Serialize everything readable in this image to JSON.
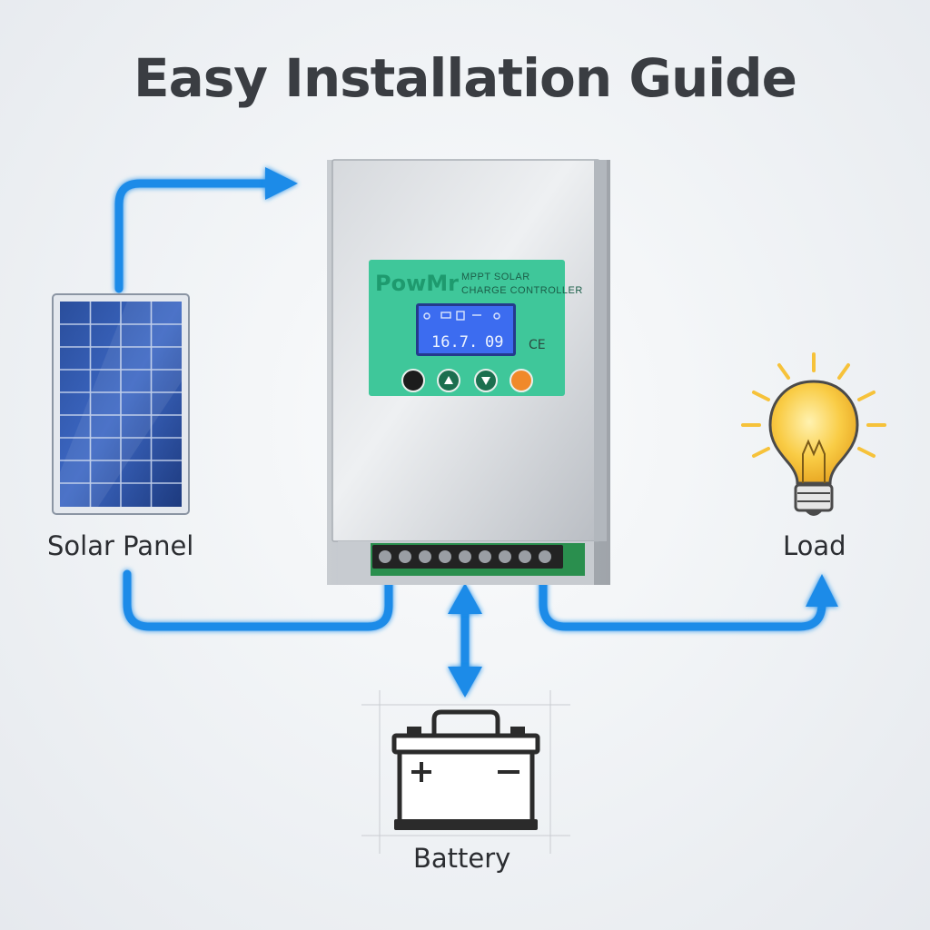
{
  "title": "Easy Installation Guide",
  "labels": {
    "solar_panel": "Solar Panel",
    "load": "Load",
    "battery": "Battery"
  },
  "controller": {
    "brand": "PowMr",
    "line1": "MPPT SOLAR",
    "line2": "CHARGE CONTROLLER",
    "lcd_left": "16.7.",
    "lcd_right": "09",
    "ce_mark": "CE"
  },
  "colors": {
    "flow_blue": "#1e8be8",
    "panel_green": "#3fc79a",
    "lcd_blue": "#3c6cf0",
    "bulb_yellow": "#f6c23a"
  },
  "icons": [
    "solar-panel-icon",
    "light-bulb-icon",
    "battery-icon",
    "arrow-icon"
  ]
}
